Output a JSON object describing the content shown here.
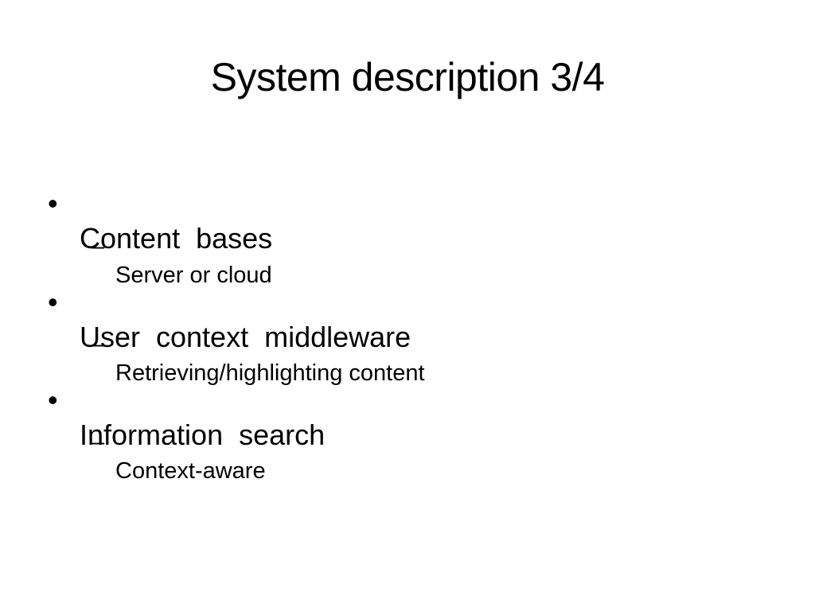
{
  "slide": {
    "title": "System description 3/4",
    "bullet_glyph": "•",
    "sub_bullet_glyph": "–",
    "items": [
      {
        "text": "Content  bases",
        "sub": [
          "Server or cloud"
        ]
      },
      {
        "text": "User  context  middleware",
        "sub": [
          "Retrieving/highlighting content"
        ]
      },
      {
        "text": "Information  search",
        "sub": [
          "Context-aware"
        ]
      }
    ]
  }
}
